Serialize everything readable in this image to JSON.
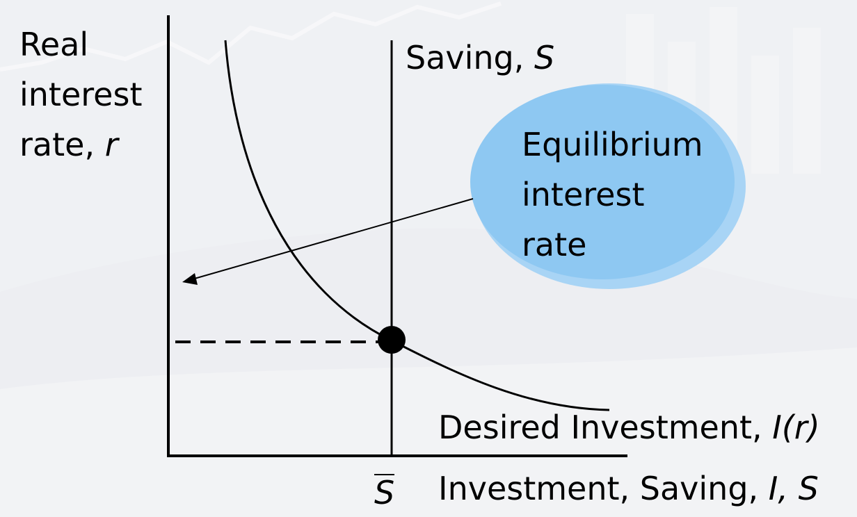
{
  "y_axis": {
    "line1": "Real",
    "line2": "interest",
    "line3_text": "rate, ",
    "line3_var": "r"
  },
  "saving_curve": {
    "text": "Saving, ",
    "var": "S"
  },
  "investment_curve": {
    "text": "Desired Investment, ",
    "var": "I(r)"
  },
  "x_axis": {
    "text": "Investment, Saving, ",
    "var": "I, S"
  },
  "s_bar": "S",
  "callout": {
    "line1": "Equilibrium",
    "line2": "interest",
    "line3": "rate",
    "fill": "#8ec8f2",
    "shadow": "#a8d4f5"
  },
  "colors": {
    "ink": "#000000",
    "background": "#f1f2f5"
  }
}
